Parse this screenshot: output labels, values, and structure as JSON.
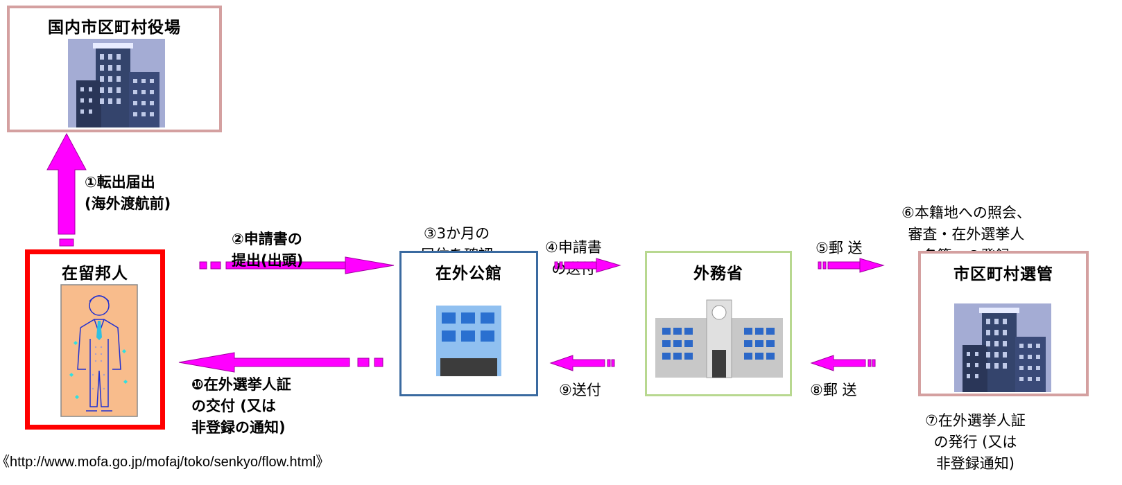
{
  "nodes": {
    "domestic_office": {
      "title": "国内市区町村役場"
    },
    "resident": {
      "title": "在留邦人"
    },
    "embassy": {
      "title": "在外公館"
    },
    "mofa": {
      "title": "外務省"
    },
    "municipal_committee": {
      "title": "市区町村選管"
    }
  },
  "steps": {
    "s1": [
      "①転出届出",
      "(海外渡航前)"
    ],
    "s2": [
      "②申請書の",
      "提出(出頭)"
    ],
    "s3": [
      "③3か月の",
      "居住を確認"
    ],
    "s4": [
      "④申請書",
      "の送付"
    ],
    "s5": [
      "⑤郵 送"
    ],
    "s6": [
      "⑥本籍地への照会、",
      "審査・在外選挙人",
      "名簿への登録"
    ],
    "s7": [
      "⑦在外選挙人証",
      "の発行 (又は",
      "非登録通知)"
    ],
    "s8": [
      "⑧郵 送"
    ],
    "s9": [
      "⑨送付"
    ],
    "s10": [
      "❿在外選挙人証",
      "の交付 (又は",
      "非登録の通知)"
    ]
  },
  "source": "《http://www.mofa.go.jp/mofaj/toko/senkyo/flow.html》",
  "colors": {
    "arrow": "#ff00ff",
    "domestic_border": "#d4a0a0",
    "resident_border": "#ff0000",
    "embassy_border": "#3a6aa0",
    "mofa_border": "#b8d890",
    "committee_border": "#d4a0a0"
  }
}
